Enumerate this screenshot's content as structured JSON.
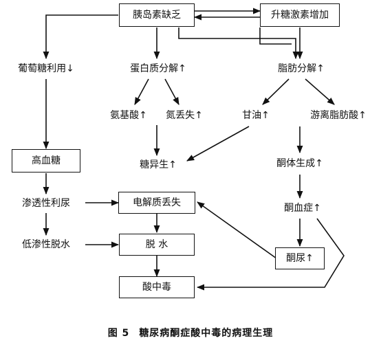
{
  "nodes": {
    "insulin_deficiency": "胰岛素缺乏",
    "glucagon_increase": "升糖激素增加",
    "glucose_use_down": "葡萄糖利用↓",
    "protein_breakdown": "蛋白质分解↑",
    "fat_breakdown": "脂肪分解↑",
    "amino_acid": "氨基酸↑",
    "nitrogen_loss": "氮丢失↑",
    "glycerol": "甘油↑",
    "free_fatty_acid": "游离脂肪酸↑",
    "hyperglycemia": "高血糖",
    "gluconeogenesis": "糖异生↑",
    "ketogenesis": "酮体生成↑",
    "osmotic_diuresis": "渗透性利尿",
    "electrolyte_loss": "电解质丢失",
    "ketonemia": "酮血症↑",
    "hypoosmotic_dehydration": "低渗性脱水",
    "dehydration": "脱 水",
    "ketonuria": "酮尿↑",
    "acidosis": "酸中毒"
  },
  "caption": {
    "number": "图 5",
    "title": "糖尿病酮症酸中毒的病理生理"
  }
}
